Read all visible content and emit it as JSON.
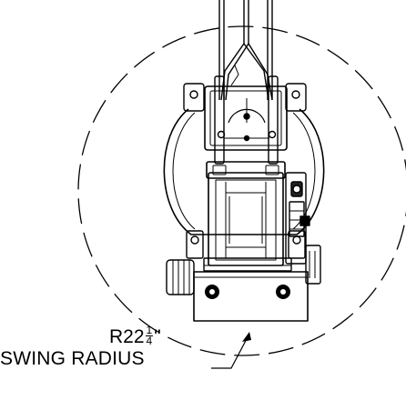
{
  "callout": {
    "prefix": "R22",
    "fraction_numerator": "1",
    "fraction_denominator": "4",
    "unit": "\"",
    "label": "SWING RADIUS"
  }
}
